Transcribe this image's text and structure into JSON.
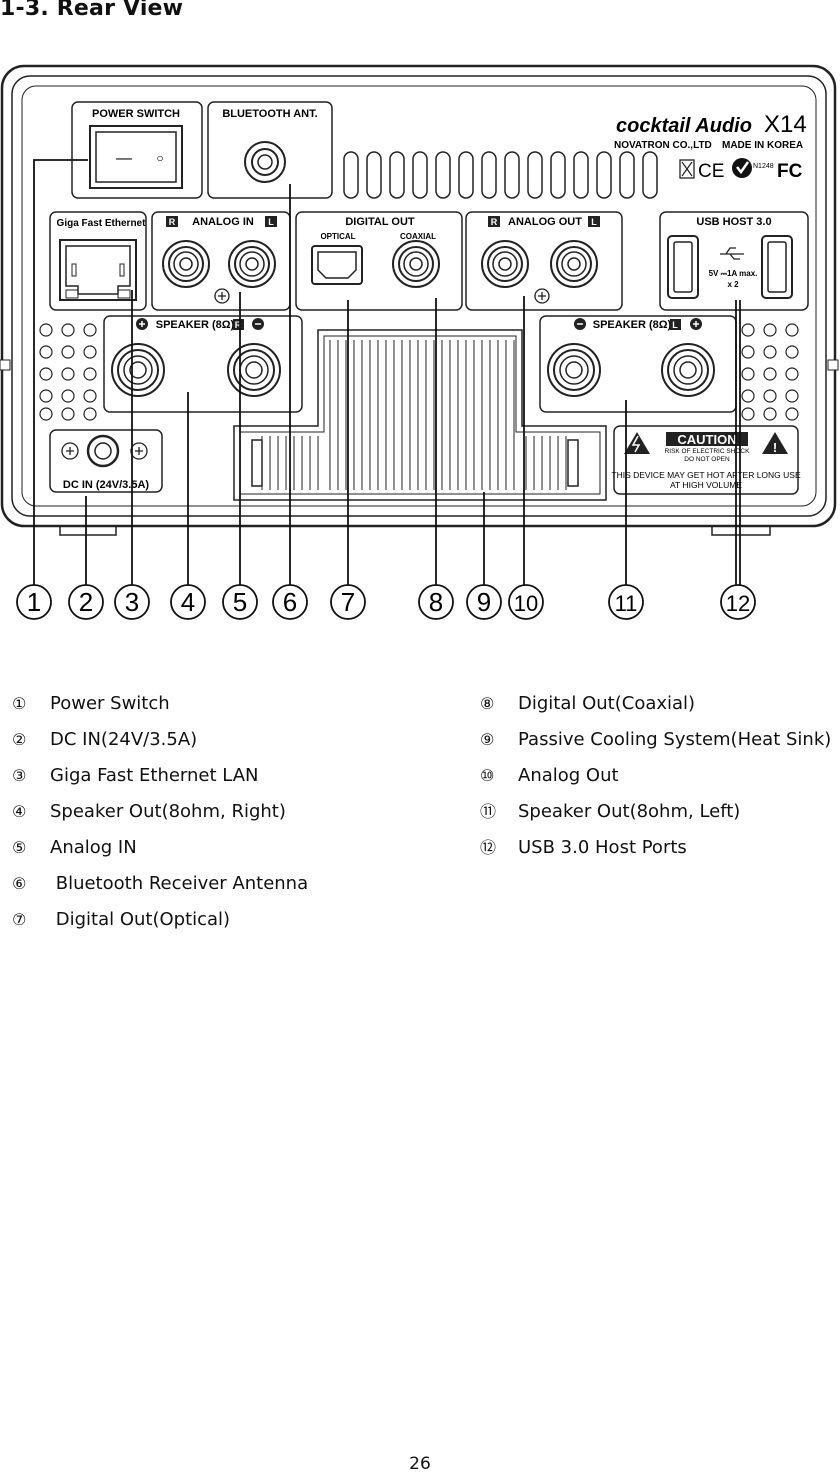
{
  "page": {
    "title": "1-3. Rear View",
    "page_number": "26"
  },
  "panel": {
    "power_switch_label": "POWER SWITCH",
    "bluetooth_label": "BLUETOOTH  ANT.",
    "ethernet_label": "Giga Fast Ethernet",
    "analog_in_label": "ANALOG IN",
    "digital_out_label": "DIGITAL OUT",
    "optical_label": "OPTICAL",
    "coaxial_label": "COAXIAL",
    "analog_out_label": "ANALOG OUT",
    "usb_label": "USB HOST 3.0",
    "usb_spec_1": "5V ⎓1A max.",
    "usb_spec_2": "x 2",
    "speaker_right_label": "SPEAKER (8Ω)",
    "speaker_left_label": "SPEAKER (8Ω)",
    "r_badge": "R",
    "l_badge": "L",
    "dc_in_label": "DC IN (24V/3.5A)",
    "brand": "cocktail Audio",
    "model": "X14",
    "maker": "NOVATRON CO.,LTD",
    "made_in": "MADE IN KOREA",
    "cert_code": "N1248",
    "ce_mark": "CE",
    "fc_mark": "FC",
    "caution_title": "CAUTION",
    "caution_line1": "RISK OF ELECTRIC SHOCK",
    "caution_line2": "DO NOT OPEN",
    "warning_line1": "THIS DEVICE MAY GET HOT AFTER LONG USE",
    "warning_line2": "AT HIGH VOLUME",
    "switch_off": "—",
    "switch_on": "○"
  },
  "callouts": [
    "1",
    "2",
    "3",
    "4",
    "5",
    "6",
    "7",
    "8",
    "9",
    "10",
    "11",
    "12"
  ],
  "legend_left": [
    {
      "num": "①",
      "label": "Power Switch"
    },
    {
      "num": "②",
      "label": "DC IN(24V/3.5A)"
    },
    {
      "num": "③",
      "label": "Giga Fast Ethernet LAN"
    },
    {
      "num": "④",
      "label": "Speaker Out(8ohm, Right)"
    },
    {
      "num": "⑤",
      "label": "Analog IN"
    },
    {
      "num": "⑥",
      "label": " Bluetooth Receiver Antenna"
    },
    {
      "num": "⑦",
      "label": " Digital Out(Optical)"
    }
  ],
  "legend_right": [
    {
      "num": "⑧",
      "label": "Digital Out(Coaxial)"
    },
    {
      "num": "⑨",
      "label": "Passive Cooling System(Heat Sink)"
    },
    {
      "num": "⑩",
      "label": "Analog Out"
    },
    {
      "num": "⑪",
      "label": "Speaker Out(8ohm, Left)"
    },
    {
      "num": "⑫",
      "label": "USB 3.0 Host Ports"
    }
  ]
}
